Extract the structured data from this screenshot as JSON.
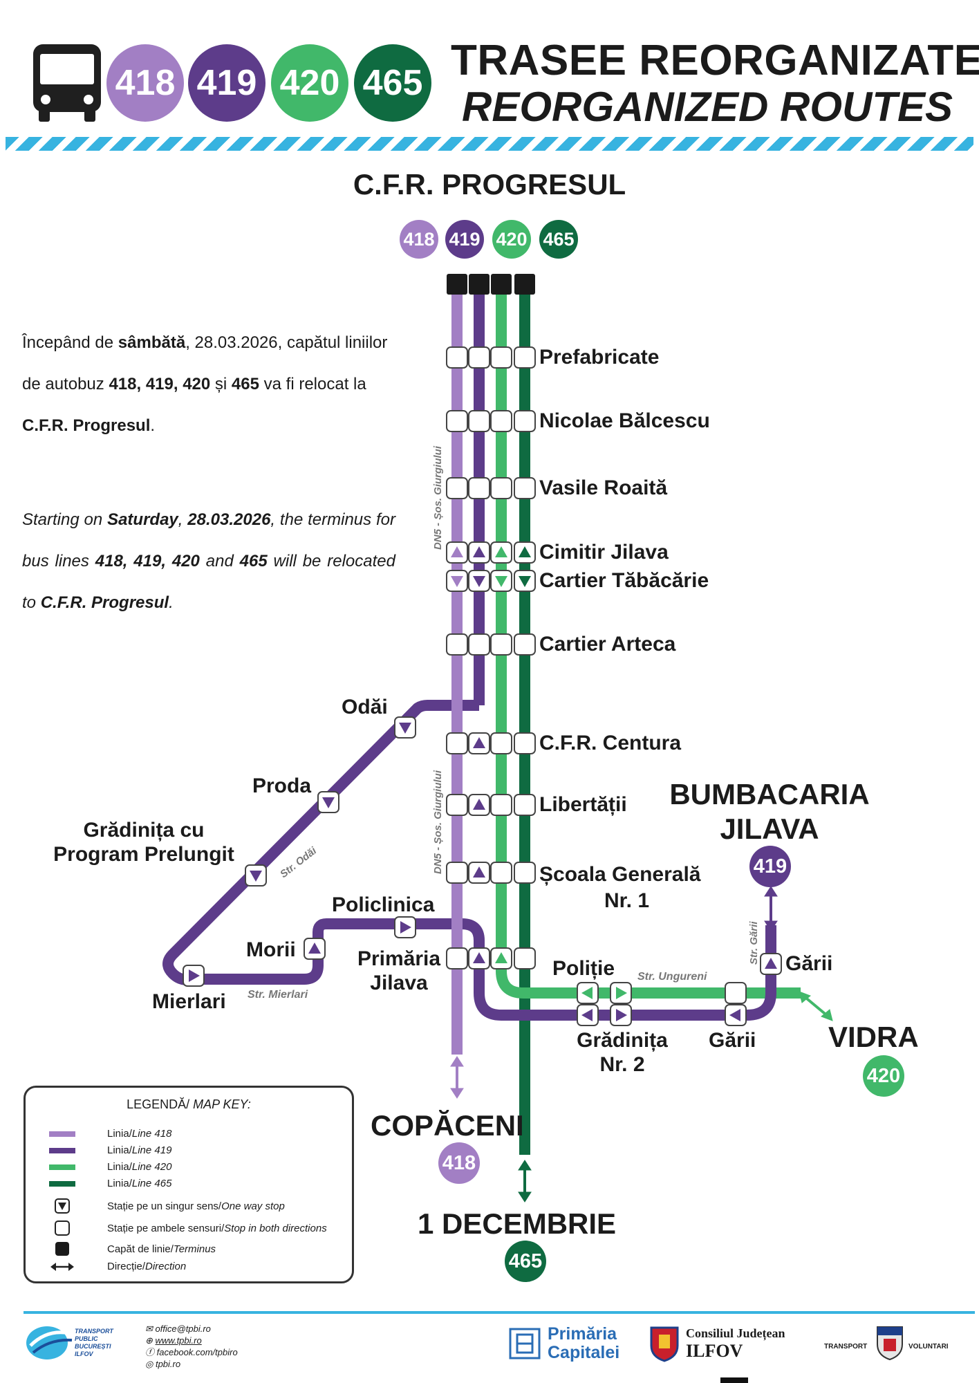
{
  "header": {
    "bus_icon": "bus-icon",
    "lines": [
      "418",
      "419",
      "420",
      "465"
    ],
    "title_ro": "TRASEE REORGANIZATE",
    "title_en": "REORGANIZED ROUTES"
  },
  "colors": {
    "line_418": "#a27fc4",
    "line_419": "#5d3c8a",
    "line_420": "#41b86a",
    "line_465": "#0f6b41",
    "accent_blue": "#37b3e0"
  },
  "terminus": {
    "name": "C.F.R. PROGRESUL",
    "lines": [
      "418",
      "419",
      "420",
      "465"
    ]
  },
  "announcement": {
    "ro": {
      "p1": "Începând de ",
      "b1": "sâmbătă",
      "p2": ", 28.03.2026, capătul liniilor de autobuz ",
      "b2": "418, 419, 420",
      "p3": " și ",
      "b3": "465",
      "p4": " va fi relocat la ",
      "b4": "C.F.R. Progresul",
      "p5": "."
    },
    "en": {
      "p1": "Starting on ",
      "b1": "Saturday",
      "p2": ", ",
      "b2": "28.03.2026",
      "p3": ", the terminus for bus lines ",
      "b3": "418, 419, 420",
      "p4": " and ",
      "b4": "465",
      "p5": " will be relocated to ",
      "b5": "C.F.R. Progresul",
      "p6": "."
    }
  },
  "main_stops": [
    "Prefabricate",
    "Nicolae Bălcescu",
    "Vasile Roaită",
    "Cimitir Jilava",
    "Cartier Tăbăcărie",
    "Cartier Arteca",
    "C.F.R. Centura",
    "Libertății",
    "Școala Generală",
    "Nr. 1"
  ],
  "west_loop_stops": [
    "Odăi",
    "Proda",
    "Grădinița cu",
    "Program Prelungit",
    "Mierlari",
    "Morii",
    "Policlinica"
  ],
  "south_stops": [
    "Primăria",
    "Jilava",
    "Poliție",
    "Grădinița",
    "Nr. 2",
    "Gării",
    "Gării"
  ],
  "street_labels": [
    "DN5 - Șos. Giurgiului",
    "DN5 - Șos. Giurgiului",
    "Str. Odăi",
    "Str. Mierlari",
    "Str. Ungureni",
    "Str. Gării"
  ],
  "destinations": [
    {
      "name": "BUMBACARIA",
      "name2": "JILAVA",
      "line": "419"
    },
    {
      "name": "VIDRA",
      "line": "420"
    },
    {
      "name": "COPĂCENI",
      "line": "418"
    },
    {
      "name": "1 DECEMBRIE",
      "line": "465"
    }
  ],
  "legend": {
    "title_ro": "LEGENDĂ/ ",
    "title_en": "MAP KEY:",
    "lines": [
      {
        "ro": "Linia/ ",
        "en": "Line 418"
      },
      {
        "ro": "Linia/ ",
        "en": "Line 419"
      },
      {
        "ro": "Linia/ ",
        "en": "Line 420"
      },
      {
        "ro": "Linia/ ",
        "en": "Line 465"
      }
    ],
    "one_way_ro": "Stație pe un singur sens/ ",
    "one_way_en": "One way stop",
    "both_ro": "Stație pe ambele sensuri/ ",
    "both_en": "Stop in both directions",
    "terminus_ro": "Capăt de linie/ ",
    "terminus_en": "Terminus",
    "direction_ro": "Direcție/ ",
    "direction_en": "Direction"
  },
  "footer": {
    "tpbi_logo_text": [
      "TRANSPORT",
      "PUBLIC",
      "BUCUREȘTI",
      "ILFOV"
    ],
    "email": "office@tpbi.ro",
    "website": "www.tpbi.ro",
    "facebook": "facebook.com/tpbiro",
    "instagram": "tpbi.ro",
    "primaria_1": "Primăria",
    "primaria_2": "Capitalei",
    "consiliu_1": "Consiliul Județean",
    "consiliu_2": "ILFOV",
    "transport_label": "TRANSPORT",
    "voluntari_label": "VOLUNTARI"
  }
}
